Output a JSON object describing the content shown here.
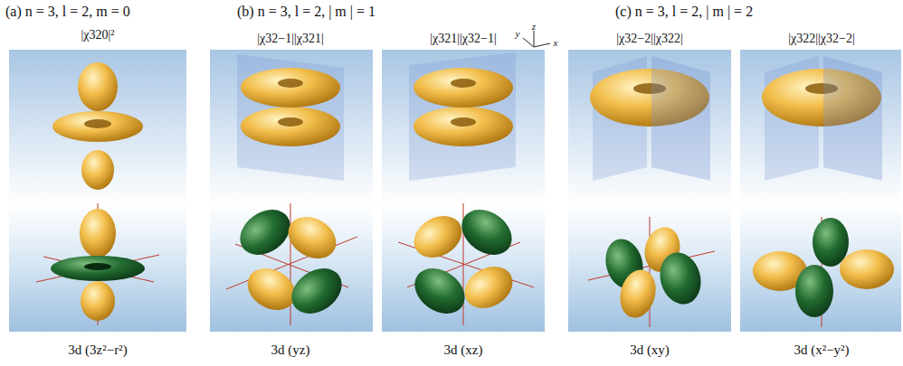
{
  "diagram": {
    "labels": [
      "(a) n = 3, l = 2, m = 0",
      "(b) n = 3, l = 2, | m | = 1",
      "(c) n = 3, l = 2, | m | = 2",
      "|χ320|²",
      "|χ32−1||χ321|",
      "|χ321||χ32−1|",
      "|χ32−2||χ322|",
      "|χ322||χ32−2|",
      "y",
      "z",
      "x",
      "3d (3z²−r²)",
      "3d (yz)",
      "3d (xz)",
      "3d (xy)",
      "3d (x²−y²)"
    ]
  }
}
